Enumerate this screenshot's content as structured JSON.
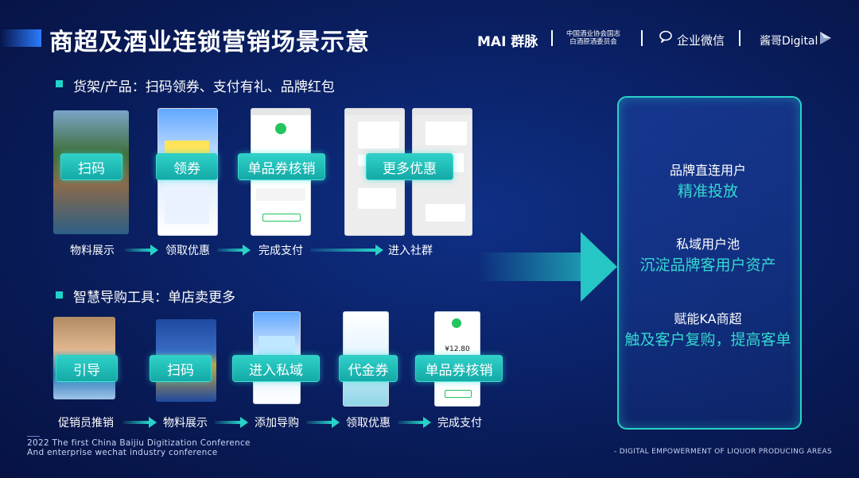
{
  "header": {
    "title": "商超及酒业连锁营销场景示意",
    "logos": {
      "mai": "MAI 群脉",
      "assoc_line1": "中国酒业协会国志",
      "assoc_line2": "白酒原酒委员会",
      "wecom": "企业微信",
      "digital": "酱哥Digital"
    }
  },
  "section1": {
    "heading": "货架/产品：扫码领券、支付有礼、品牌红包",
    "tags": [
      "扫码",
      "领券",
      "单品券核销",
      "更多优惠"
    ],
    "steps": [
      "物料展示",
      "领取优惠",
      "完成支付",
      "进入社群"
    ]
  },
  "section2": {
    "heading": "智慧导购工具：单店卖更多",
    "tags": [
      "引导",
      "扫码",
      "进入私域",
      "代金券",
      "单品券核销"
    ],
    "steps": [
      "促销员推销",
      "物料展示",
      "添加导购",
      "领取优惠",
      "完成支付"
    ],
    "pay_amount": "¥12.80"
  },
  "panel": {
    "items": [
      {
        "title": "品牌直连用户",
        "highlight": "精准投放"
      },
      {
        "title": "私域用户池",
        "highlight": "沉淀品牌客用户资产"
      },
      {
        "title": "赋能KA商超",
        "highlight": "触及客户复购，提高客单"
      }
    ]
  },
  "footer": {
    "line1": "2022 The first China Baijiu Digitization Conference",
    "line2": "And enterprise wechat industry conference",
    "right": "- DIGITAL EMPOWERMENT OF LIQUOR PRODUCING AREAS"
  },
  "colors": {
    "accent": "#27d3c8",
    "background": "#0a2166"
  }
}
